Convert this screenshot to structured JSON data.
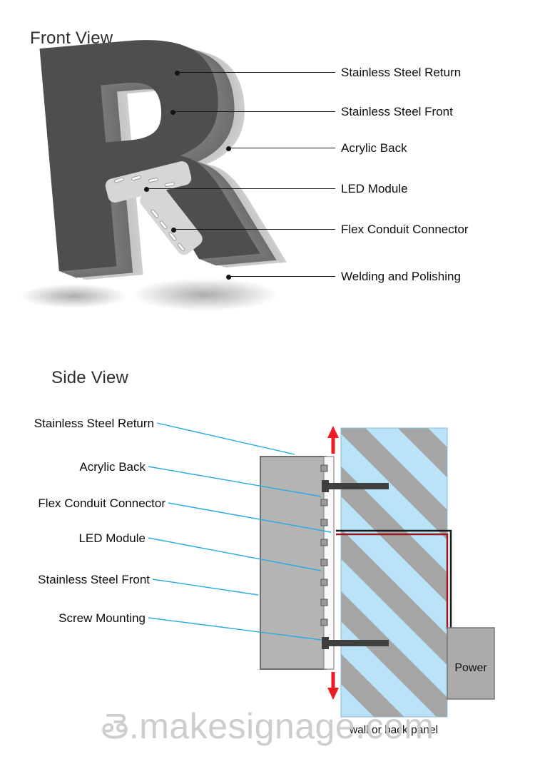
{
  "front_view": {
    "title": "Front View",
    "letter": "R",
    "callouts": [
      {
        "label": "Stainless Steel Return"
      },
      {
        "label": "Stainless Steel Front"
      },
      {
        "label": "Acrylic Back"
      },
      {
        "label": "LED Module"
      },
      {
        "label": "Flex Conduit Connector"
      },
      {
        "label": "Welding and Polishing"
      }
    ]
  },
  "side_view": {
    "title": "Side View",
    "labels": [
      "Stainless Steel Return",
      "Acrylic Back",
      "Flex Conduit Connector",
      "LED Module",
      "Stainless Steel Front",
      "Screw Mounting"
    ],
    "power_label": "Power",
    "wall_label": "wall or back panel"
  },
  "watermark": "తె.makesignage.com",
  "colors": {
    "leader_line_cyan": "#29abe2",
    "arrow_red": "#ed1c24",
    "wire_dark_red": "#9e1a20",
    "wall_blue": "#b9e4f8",
    "hatch_gray": "#a5a5a5",
    "letter_front_gray": "#4e4e4e",
    "acrylic_back_gray": "#c9c9c9",
    "callout_black": "#141414"
  }
}
